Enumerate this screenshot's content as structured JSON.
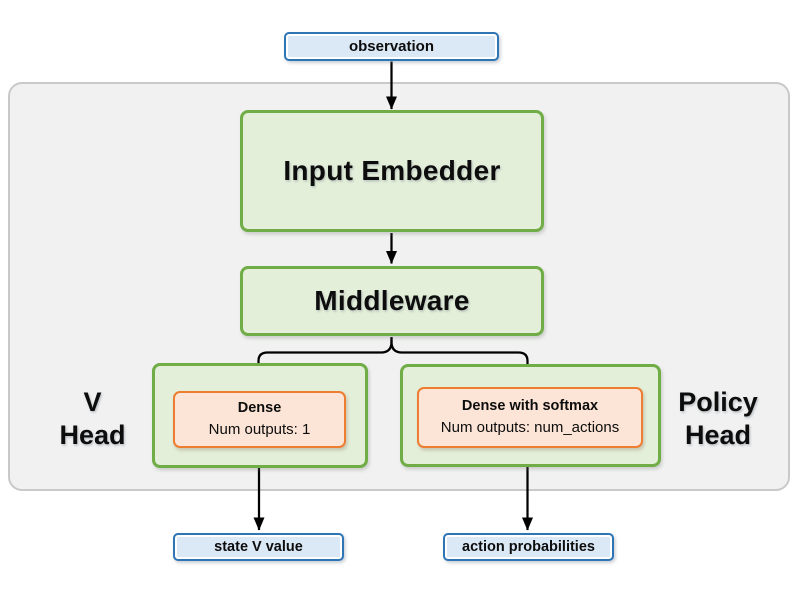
{
  "diagram": {
    "io": {
      "observation": "observation",
      "state_v_value": "state V value",
      "action_probabilities": "action probabilities"
    },
    "blocks": {
      "input_embedder": "Input Embedder",
      "middleware": "Middleware"
    },
    "v_head": {
      "label_lines": [
        "V",
        "Head"
      ],
      "dense": {
        "title": "Dense",
        "subtitle": "Num outputs: 1"
      }
    },
    "policy_head": {
      "label_lines": [
        "Policy",
        "Head"
      ],
      "dense": {
        "title": "Dense with softmax",
        "subtitle": "Num outputs: num_actions"
      }
    },
    "colors": {
      "io_border": "#2e75b6",
      "io_fill": "#dbe9f7",
      "block_border": "#70ad47",
      "block_fill": "#e3efd9",
      "dense_border": "#ed7d31",
      "dense_fill": "#fce5d6",
      "container_border": "#c9c9c9",
      "container_fill": "#f1f1f1",
      "arrow": "#000000"
    }
  }
}
